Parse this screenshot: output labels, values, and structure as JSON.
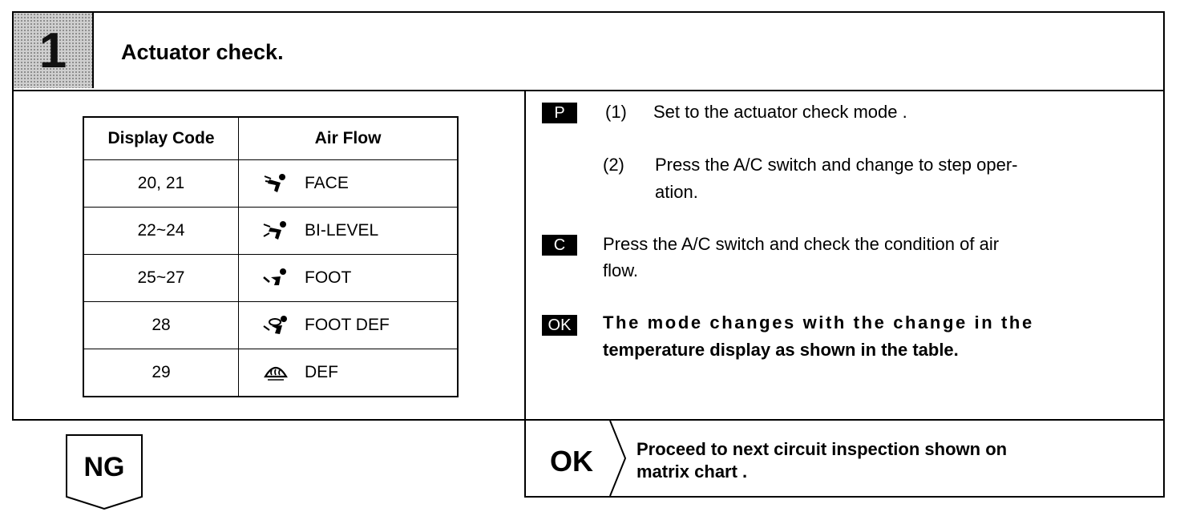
{
  "step": {
    "number": "1",
    "title": "Actuator check."
  },
  "table": {
    "headers": [
      "Display Code",
      "Air Flow"
    ],
    "rows": [
      {
        "code": "20, 21",
        "mode": "FACE",
        "icon": "face-vent-icon"
      },
      {
        "code": "22~24",
        "mode": "BI-LEVEL",
        "icon": "bi-level-vent-icon"
      },
      {
        "code": "25~27",
        "mode": "FOOT",
        "icon": "foot-vent-icon"
      },
      {
        "code": "28",
        "mode": "FOOT DEF",
        "icon": "foot-def-vent-icon"
      },
      {
        "code": "29",
        "mode": "DEF",
        "icon": "defroster-icon"
      }
    ]
  },
  "instructions": {
    "p_tag": "P",
    "p1_num": "(1)",
    "p1_text": "Set to the actuator check mode .",
    "p2_num": "(2)",
    "p2_line1": "Press the A/C switch and change to step oper-",
    "p2_line2": "ation.",
    "c_tag": "C",
    "c_line1": "Press the A/C switch and check the condition of air",
    "c_line2": "flow.",
    "ok_tag": "OK",
    "ok_line1": "The mode changes with the change in the",
    "ok_line2": "temperature display as shown in the table."
  },
  "result_ng": {
    "label": "NG"
  },
  "result_ok": {
    "label": "OK",
    "line1": "Proceed to next circuit inspection shown on",
    "line2": "matrix chart ."
  }
}
